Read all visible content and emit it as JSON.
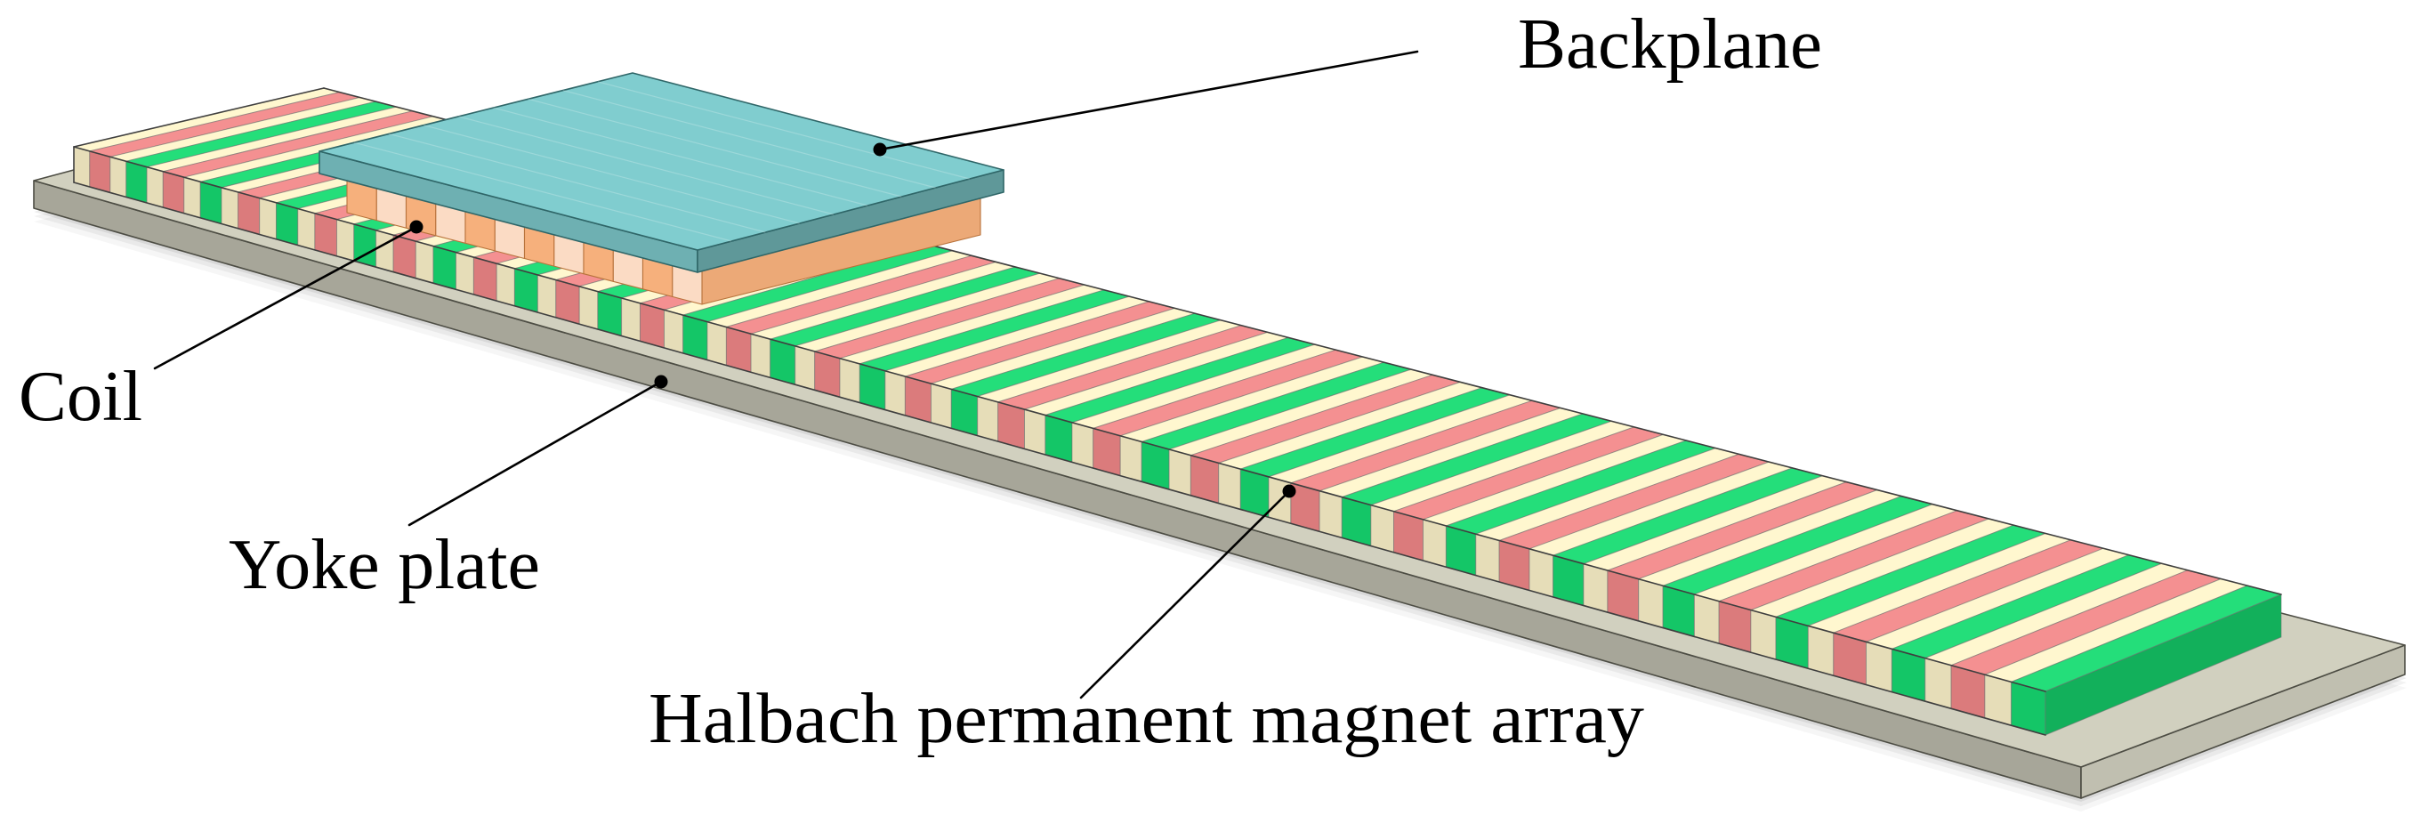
{
  "labels": {
    "backplane": "Backplane",
    "coil": "Coil",
    "yoke_plate": "Yoke plate",
    "magnet_array": "Halbach permanent magnet array"
  },
  "colors": {
    "magnet_red": "#f3898a",
    "magnet_green": "#16dc72",
    "magnet_cream": "#fff6cc",
    "backplane": "#80cdcf",
    "coil": "#f6b07c",
    "yoke_plate": "#d1d0bf"
  }
}
